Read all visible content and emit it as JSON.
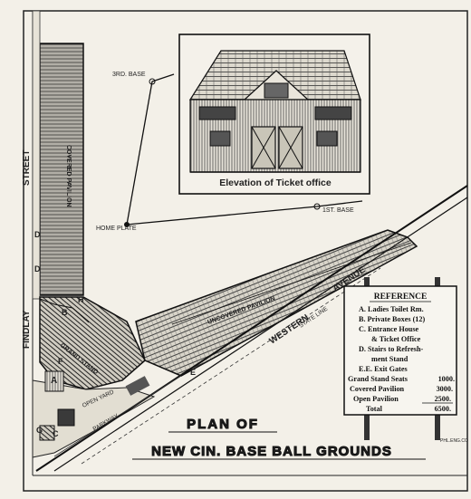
{
  "diagram": {
    "streets": {
      "street_vertical": "STREET",
      "findlay": "FINDLAY",
      "western": "WESTERN",
      "avenue": "AVENUE",
      "state_line": "STATE LINE"
    },
    "areas": {
      "covered_pavilion": "COVERED PAVILION",
      "uncovered_pavilion": "UNCOVERED PAVILION",
      "grand_stand": "GRAND STAND",
      "open_yard": "OPEN YARD",
      "parkway": "PARKWAY"
    },
    "bases": {
      "third": "3RD. BASE",
      "first": "1ST. BASE",
      "home": "HOME PLATE"
    },
    "letters": {
      "a": "A",
      "b": "B",
      "c": "C",
      "d1": "D",
      "d2": "D",
      "e": "E",
      "f": "F",
      "g": "G",
      "h": "H"
    },
    "ticket_office_caption": "Elevation of Ticket office",
    "plan_title_line1": "PLAN OF",
    "plan_title_line2": "NEW CIN. BASE BALL GROUNDS",
    "engraver": "PHL.ENG.CO"
  },
  "reference": {
    "heading": "REFERENCE",
    "items": [
      "A. Ladies Toilet Rm.",
      "B. Private Boxes (12)",
      "C. Entrance House",
      "& Ticket Office",
      "D. Stairs to Refresh-",
      "ment Stand",
      "E.E. Exit Gates"
    ],
    "seats": [
      {
        "label": "Grand Stand Seats",
        "value": "1000."
      },
      {
        "label": "Covered Pavilion",
        "value": "3000."
      },
      {
        "label": "Open Pavilion",
        "value": "2500."
      },
      {
        "label": "Total",
        "value": "6500."
      }
    ]
  }
}
